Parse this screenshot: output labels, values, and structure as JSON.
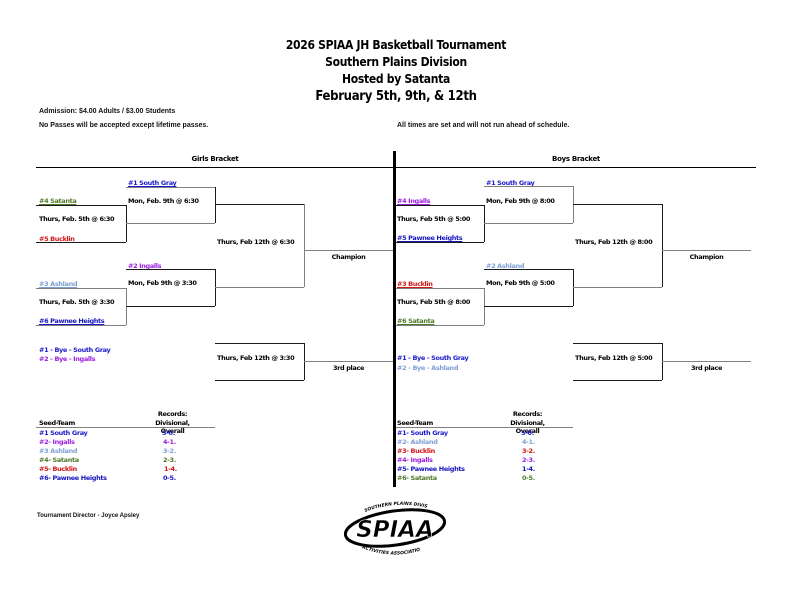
{
  "header": {
    "title": "2026 SPIAA JH Basketball Tournament",
    "division": "Southern Plains Division",
    "host": "Hosted by Satanta",
    "dates": "February 5th, 9th, & 12th"
  },
  "notes": {
    "admission": "Admission: $4.00 Adults / $3.00 Students",
    "passes": "No Passes will be accepted except lifetime passes.",
    "times": "All times are set and will not run ahead of schedule."
  },
  "colors": {
    "south_gray": "#1a1ac8",
    "ingalls": "#9a1ee0",
    "ashland": "#7f9fd6",
    "satanta": "#4f7a2a",
    "bucklin": "#d01515",
    "pawnee_heights": "#1515c0"
  },
  "girls": {
    "title": "Girls Bracket",
    "r1_game1": {
      "top": "#4 Satanta",
      "time": "Thurs, Feb. 5th @ 6:30",
      "bottom": "#5 Bucklin"
    },
    "r2_game1": {
      "top": "#1 South Gray",
      "time": "Mon, Feb. 9th @ 6:30"
    },
    "r1_game2": {
      "top": "#3 Ashland",
      "time": "Thurs, Feb. 5th @ 3:30",
      "bottom": "#6 Pawnee Heights"
    },
    "r2_game2": {
      "top": "#2 Ingalls",
      "time": "Mon, Feb 9th @ 3:30"
    },
    "final": {
      "time": "Thurs, Feb 12th @ 6:30",
      "label": "Champion"
    },
    "third": {
      "time": "Thurs, Feb 12th @ 3:30",
      "label": "3rd place"
    },
    "byes": [
      "#1 - Bye - South Gray",
      "#2 - Bye - Ingalls"
    ],
    "records": {
      "header_records": "Records:",
      "col_team": "Seed-Team",
      "col_record": "Divisional, Overall",
      "rows": [
        {
          "team": "#1  South Gray",
          "record": "5-0."
        },
        {
          "team": "#2- Ingalls",
          "record": "4-1."
        },
        {
          "team": "#3 Ashland",
          "record": "3-2."
        },
        {
          "team": "#4- Satanta",
          "record": "2-3."
        },
        {
          "team": "#5- Bucklin",
          "record": "1-4."
        },
        {
          "team": "#6- Pawnee Heights",
          "record": "0-5."
        }
      ]
    }
  },
  "boys": {
    "title": "Boys Bracket",
    "r1_game1": {
      "top": "#4 Ingalls",
      "time": "Thurs, Feb 5th @ 5:00",
      "bottom": "#5 Pawnee Heights"
    },
    "r2_game1": {
      "top": "#1 South Gray",
      "time": "Mon, Feb 9th @ 8:00"
    },
    "r1_game2": {
      "top": "#3 Bucklin",
      "time": "Thurs, Feb 5th @ 8:00",
      "bottom": "#6 Satanta"
    },
    "r2_game2": {
      "top": "#2 Ashland",
      "time": "Mon, Feb 9th @ 5:00"
    },
    "final": {
      "time": "Thurs, Feb 12th @ 8:00",
      "label": "Champion"
    },
    "third": {
      "time": "Thurs, Feb 12th @ 5:00",
      "label": "3rd place"
    },
    "byes": [
      "#1 - Bye - South Gray",
      "#2 - Bye - Ashland"
    ],
    "records": {
      "header_records": "Records:",
      "col_team": "Seed-Team",
      "col_record": "Divisional, Overall",
      "rows": [
        {
          "team": "#1- South Gray",
          "record": "5-0."
        },
        {
          "team": "#2- Ashland",
          "record": "4-1."
        },
        {
          "team": "#3- Bucklin",
          "record": "3-2."
        },
        {
          "team": "#4- Ingalls",
          "record": "2-3."
        },
        {
          "team": "#5- Pawnee Heights",
          "record": "1-4."
        },
        {
          "team": "#6- Satanta",
          "record": "0-5."
        }
      ]
    }
  },
  "footer": {
    "director": "Tournament Director - Joyce Apsley",
    "logo": {
      "main": "SPIAA",
      "top_arc": "SOUTHERN PLAINS DIVISION",
      "bottom_arc": "ACTIVITIES ASSOCIATION"
    }
  }
}
